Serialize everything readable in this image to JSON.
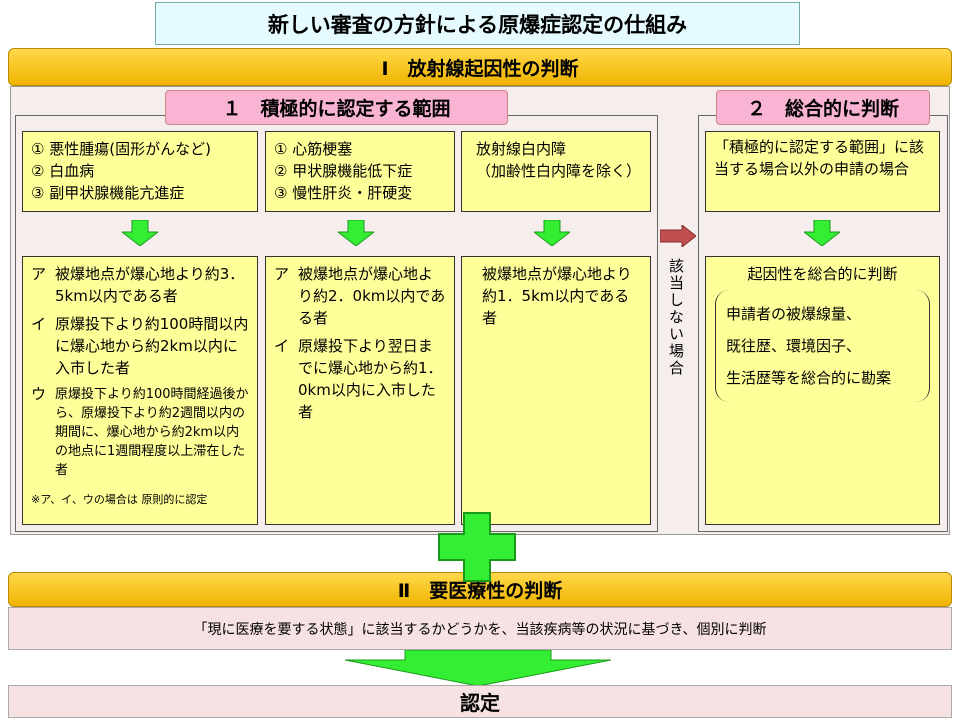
{
  "title": "新しい審査の方針による原爆症認定の仕組み",
  "section1": {
    "label": "Ⅰ　放射線起因性の判断",
    "group1": {
      "tab": "１　積極的に認定する範囲",
      "top": [
        [
          "① 悪性腫瘍(固形がんなど)",
          "② 白血病",
          "③ 副甲状腺機能亢進症"
        ],
        [
          "① 心筋梗塞",
          "② 甲状腺機能低下症",
          "③ 慢性肝炎・肝硬変"
        ],
        [
          "放射線白内障",
          "（加齢性白内障を除く）"
        ]
      ],
      "col1": [
        {
          "k": "ア",
          "t": "被爆地点が爆心地より約3．5km以内である者"
        },
        {
          "k": "イ",
          "t": "原爆投下より約100時間以内に爆心地から約2km以内に入市した者"
        },
        {
          "k": "ウ",
          "t": "原爆投下より約100時間経過後から、原爆投下より約2週間以内の期間に、爆心地から約2km以内の地点に1週間程度以上滞在した者"
        }
      ],
      "note": "※ア、イ、ウの場合は 原則的に認定",
      "col2": [
        {
          "k": "ア",
          "t": "被爆地点が爆心地より約2．0km以内である者"
        },
        {
          "k": "イ",
          "t": "原爆投下より翌日までに爆心地から約1．0km以内に入市した者"
        }
      ],
      "col3": "被爆地点が爆心地より約1．5km以内である者"
    },
    "not_applicable": "該当しない場合",
    "group2": {
      "tab": "２　総合的に判断",
      "top": "「積極的に認定する範囲」に該当する場合以外の申請の場合",
      "heading": "起因性を総合的に判断",
      "items": [
        "申請者の被爆線量、",
        "既往歴、環境因子、",
        "生活歴等を総合的に勘案"
      ]
    }
  },
  "section2": {
    "label": "Ⅱ　要医療性の判断",
    "text": "「現に医療を要する状態」に該当するかどうかを、当該疾病等の状況に基づき、個別に判断"
  },
  "result": "認定",
  "colors": {
    "yellow": "#ffff99",
    "green": "#33ee33",
    "gold": "#f0b400",
    "pink": "#f9b3d3"
  }
}
